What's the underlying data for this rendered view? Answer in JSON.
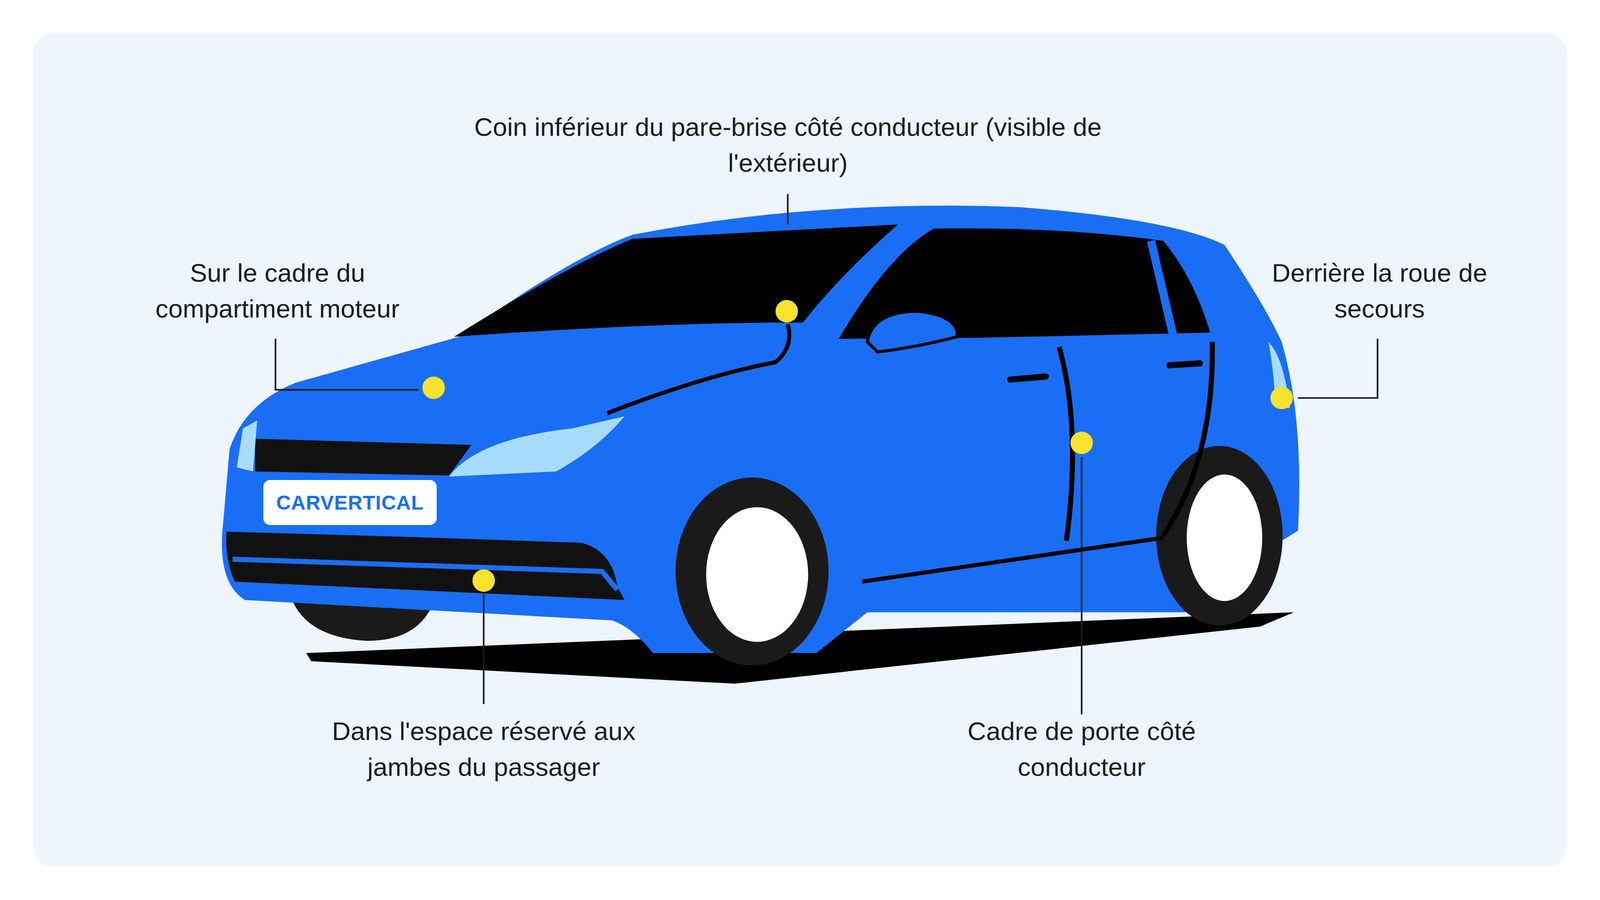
{
  "diagram": {
    "nodes": [
      {
        "text": [
          "CARVERTICAL"
        ]
      }
    ],
    "labels": [
      "Coin inférieur du pare-brise côté conducteur (visible de l'extérieur)",
      "Sur le cadre du compartiment moteur",
      "Derrière la roue de secours",
      "Dans l'espace réservé aux jambes du passager",
      "Cadre de porte côté conducteur"
    ]
  }
}
